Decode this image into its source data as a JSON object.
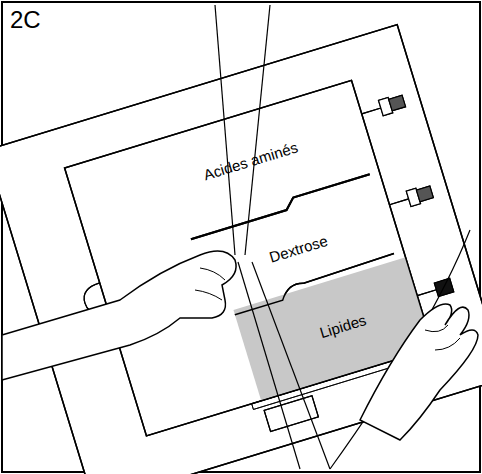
{
  "diagram": {
    "nodes": [
      {
        "text": [
          "Acides aminés"
        ]
      },
      {
        "text": [
          "Dextrose"
        ]
      },
      {
        "text": [
          "Lipides"
        ]
      }
    ],
    "labels": [
      "2C"
    ]
  }
}
